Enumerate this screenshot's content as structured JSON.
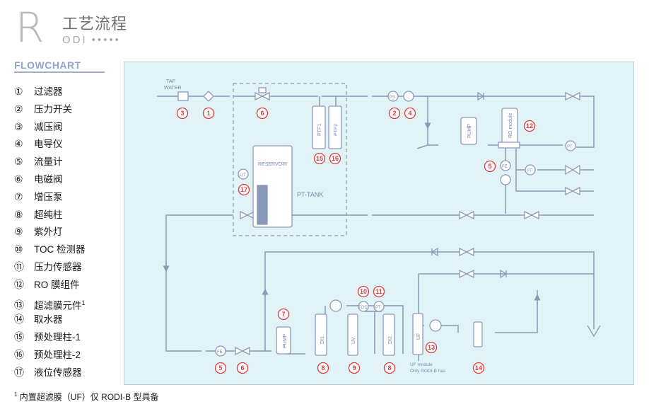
{
  "logo": {
    "r_letter": "R",
    "cn_title": "工艺流程",
    "sub_text": "ODI •••••"
  },
  "flowchart_title": "FLOWCHART",
  "legend": [
    {
      "num": "①",
      "label": "过滤器"
    },
    {
      "num": "②",
      "label": "压力开关"
    },
    {
      "num": "③",
      "label": "减压阀"
    },
    {
      "num": "④",
      "label": "电导仪"
    },
    {
      "num": "⑤",
      "label": "流量计"
    },
    {
      "num": "⑥",
      "label": "电磁阀"
    },
    {
      "num": "⑦",
      "label": "增压泵"
    },
    {
      "num": "⑧",
      "label": "超纯柱"
    },
    {
      "num": "⑨",
      "label": "紫外灯"
    },
    {
      "num": "⑩",
      "label": "TOC 检测器"
    },
    {
      "num": "⑪",
      "label": "压力传感器"
    },
    {
      "num": "⑫",
      "label": "RO 膜组件"
    },
    {
      "num": "⑬",
      "label": "超滤膜元件",
      "sup": "1"
    },
    {
      "num": "⑭",
      "label": "取水器"
    },
    {
      "num": "⑮",
      "label": "预处理柱-1"
    },
    {
      "num": "⑯",
      "label": "预处理柱-2"
    },
    {
      "num": "⑰",
      "label": "液位传感器"
    }
  ],
  "footnote": {
    "sup": "1",
    "text": "内置超滤膜（UF）仅 RODI-B 型具备"
  },
  "diagram": {
    "tap_water": [
      "TAP",
      "WATER"
    ],
    "ptf1": "PTF1",
    "ptf2": "PTF2",
    "reservoir": "RESERVOIR",
    "pt_tank": "PT-TANK",
    "lit": "LIT",
    "pump": "PUMP",
    "ro_module": "RO module",
    "ps": "PS",
    "pt": "PT",
    "fe": "FE",
    "toc": "TOC",
    "di1": "DI1",
    "di2": "DI2",
    "uv": "UV",
    "uf": "UF",
    "uf_note": [
      "UF module",
      "Only RODI-B has"
    ],
    "markers": [
      "3",
      "1",
      "6",
      "15",
      "16",
      "17",
      "2",
      "4",
      "12",
      "5",
      "7",
      "10",
      "11",
      "13",
      "14",
      "5",
      "6",
      "8",
      "9",
      "8"
    ],
    "line_color": "#8a98b8",
    "marker_color": "#d93b3b"
  }
}
